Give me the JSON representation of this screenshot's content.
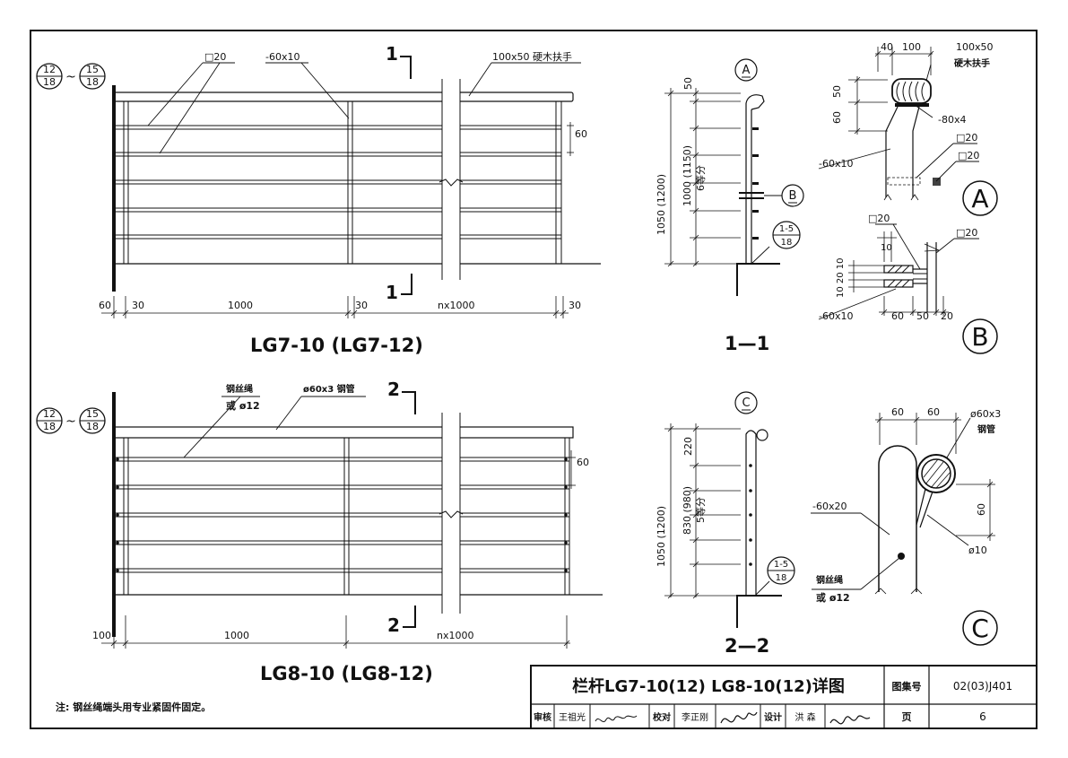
{
  "views": {
    "lg7": {
      "caption": "LG7-10 (LG7-12)",
      "marks": {
        "idx_num_a": "12",
        "idx_den_a": "18",
        "tilde": "~",
        "idx_num_b": "15",
        "idx_den_b": "18"
      },
      "labels": {
        "bar": "□20",
        "flat": "-60x10",
        "handrail": "100x50 硬木扶手",
        "spacing": "60"
      },
      "section": "1",
      "dims": {
        "d60": "60",
        "d30a": "30",
        "d1000": "1000",
        "d30b": "30",
        "dn": "nx1000",
        "d30c": "30"
      }
    },
    "lg8": {
      "caption": "LG8-10 (LG8-12)",
      "marks": {
        "idx_num_a": "12",
        "idx_den_a": "18",
        "tilde": "~",
        "idx_num_b": "15",
        "idx_den_b": "18"
      },
      "labels": {
        "wire": "钢丝绳",
        "wire_alt": "或 ø12",
        "pipe": "ø60x3 钢管",
        "spacing": "60"
      },
      "section": "2",
      "dims": {
        "d100": "100",
        "d1000": "1000",
        "dn": "nx1000"
      }
    }
  },
  "sections": {
    "s11": {
      "caption": "1—1",
      "detail_a": "A",
      "detail_b": "B",
      "idx_num": "1-5",
      "idx_den": "18",
      "dims": {
        "top": "50",
        "total": "1050 (1200)",
        "mid": "1000 (1150)",
        "div": "6等分"
      }
    },
    "s22": {
      "caption": "2—2",
      "detail_c": "C",
      "idx_num": "1-5",
      "idx_den": "18",
      "dims": {
        "top": "220",
        "total": "1050 (1200)",
        "mid": "830 (980)",
        "div": "5等分"
      }
    }
  },
  "details": {
    "a": {
      "label": "A",
      "d40": "40",
      "d100": "100",
      "size": "100x50",
      "wood": "硬木扶手",
      "d50": "50",
      "d60": "60",
      "flat80": "-80x4",
      "flat60": "-60x10",
      "bar1": "□20",
      "bar2": "□20"
    },
    "b": {
      "label": "B",
      "bar1": "□20",
      "bar2": "□20",
      "d10": "10",
      "dv": "10 20 10",
      "flat": "-60x10",
      "d60": "60",
      "d50": "50",
      "d20": "20"
    },
    "c": {
      "label": "C",
      "d60a": "60",
      "d60b": "60",
      "pipe": "ø60x3",
      "pipe2": "钢管",
      "flat": "-60x20",
      "d60": "60",
      "rod": "ø10",
      "wire": "钢丝绳",
      "wire_alt": "或 ø12"
    }
  },
  "note": "注: 钢丝绳端头用专业紧固件固定。",
  "title_block": {
    "title": "栏杆LG7-10(12) LG8-10(12)详图",
    "atlas_label": "图集号",
    "atlas_value": "02(03)J401",
    "roles": [
      "审核",
      "王祖光",
      "校对",
      "李正刚",
      "设计",
      "洪 森"
    ],
    "page_label": "页",
    "page_value": "6"
  }
}
